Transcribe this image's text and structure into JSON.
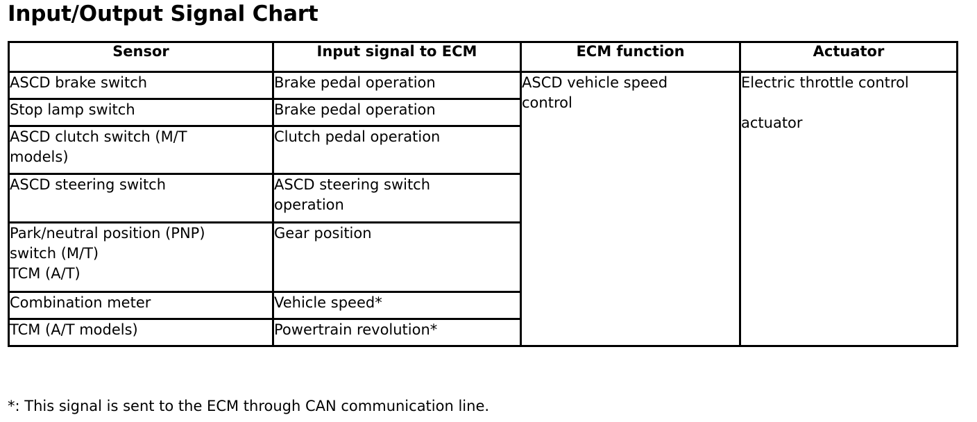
{
  "document": {
    "title": "Input/Output Signal Chart",
    "footnote": "*: This signal is sent to the ECM through CAN communication line."
  },
  "table": {
    "headers": {
      "sensor": "Sensor",
      "input_signal": "Input signal to ECM",
      "ecm_function": "ECM function",
      "actuator": "Actuator"
    },
    "rows": [
      {
        "sensor_line1": "ASCD brake switch",
        "sensor_line2": "",
        "sensor_line3": "",
        "input_line1": "Brake pedal operation",
        "input_line2": ""
      },
      {
        "sensor_line1": "Stop lamp switch",
        "sensor_line2": "",
        "sensor_line3": "",
        "input_line1": "Brake pedal operation",
        "input_line2": ""
      },
      {
        "sensor_line1": "ASCD clutch switch (M/T",
        "sensor_line2": "models)",
        "sensor_line3": "",
        "input_line1": "Clutch pedal operation",
        "input_line2": ""
      },
      {
        "sensor_line1": "ASCD steering switch",
        "sensor_line2": "",
        "sensor_line3": "",
        "input_line1": "ASCD steering switch",
        "input_line2": "operation"
      },
      {
        "sensor_line1": "Park/neutral position (PNP)",
        "sensor_line2": "switch (M/T)",
        "sensor_line3": "TCM (A/T)",
        "input_line1": "Gear position",
        "input_line2": ""
      },
      {
        "sensor_line1": "Combination meter",
        "sensor_line2": "",
        "sensor_line3": "",
        "input_line1": "Vehicle speed*",
        "input_line2": ""
      },
      {
        "sensor_line1": "TCM (A/T models)",
        "sensor_line2": "",
        "sensor_line3": "",
        "input_line1": "Powertrain revolution*",
        "input_line2": ""
      }
    ],
    "ecm_function": {
      "line1": "ASCD vehicle speed",
      "line2": "control"
    },
    "actuator": {
      "line1": "Electric throttle control",
      "line2": "actuator"
    }
  }
}
